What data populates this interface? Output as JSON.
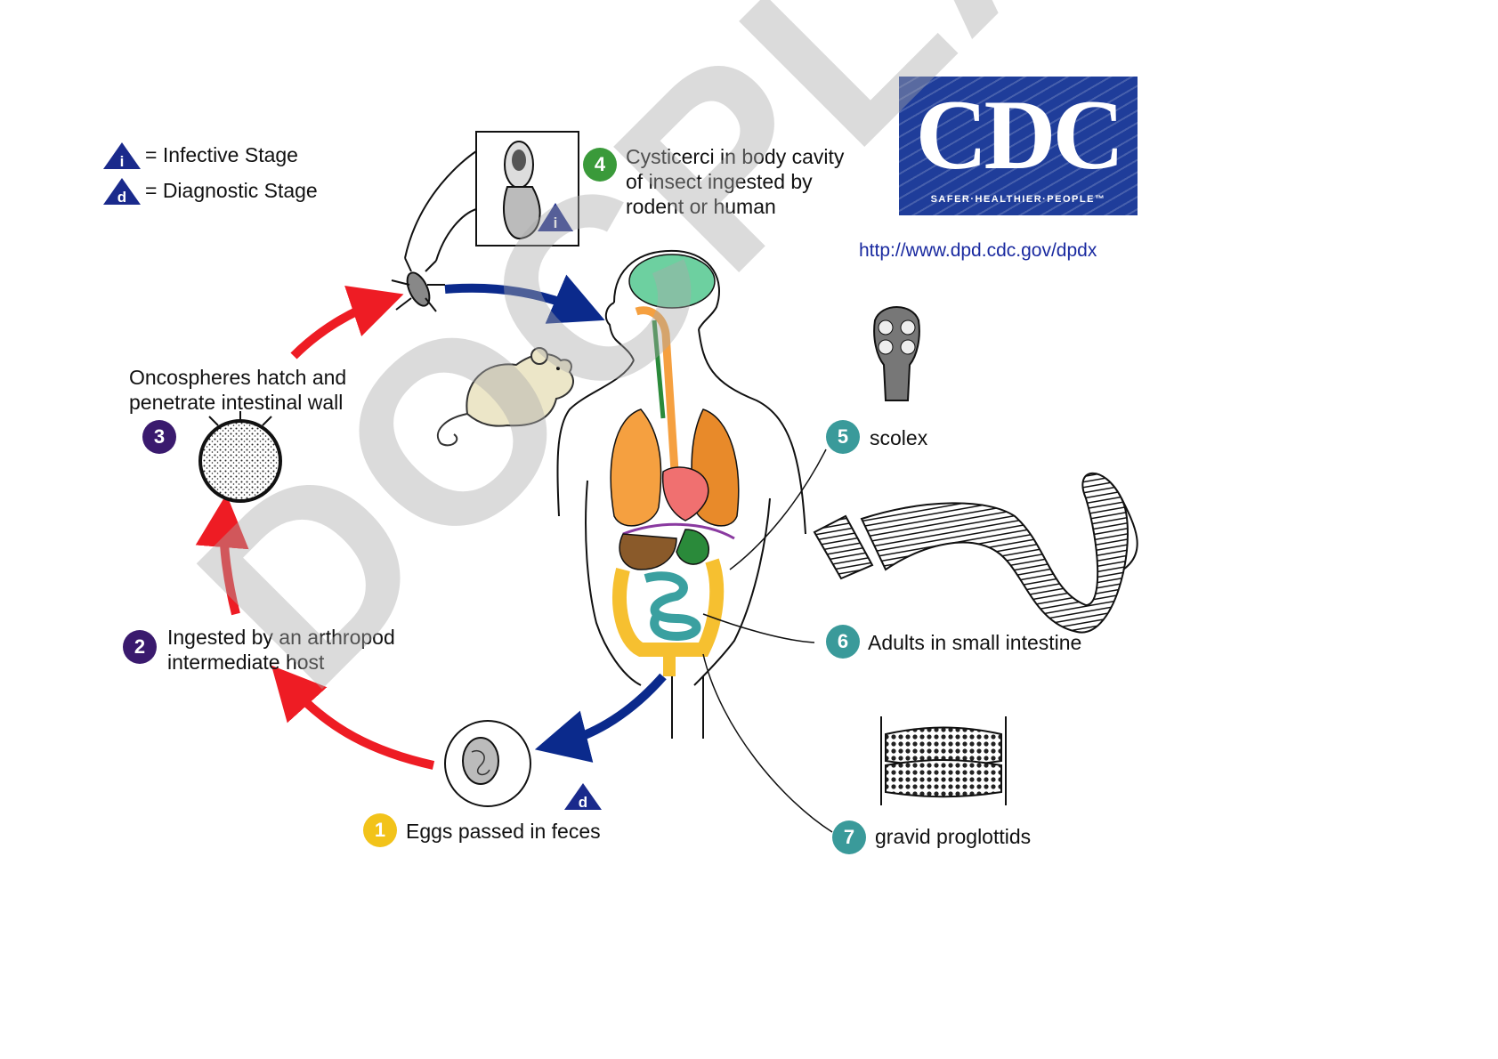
{
  "legend": {
    "infective_symbol": "i",
    "infective_label": "= Infective Stage",
    "diagnostic_symbol": "d",
    "diagnostic_label": "= Diagnostic Stage"
  },
  "logo": {
    "text": "CDC",
    "tagline": "SAFER·HEALTHIER·PEOPLE™",
    "url": "http://www.dpd.cdc.gov/dpdx"
  },
  "stages": [
    {
      "number": "1",
      "text": "Eggs passed in feces",
      "color": "#f2c31a"
    },
    {
      "number": "2",
      "line1": "Ingested by an arthropod",
      "line2": "intermediate host",
      "color": "#3a1a6e"
    },
    {
      "number": "3",
      "line1": "Oncospheres hatch and",
      "line2": "penetrate intestinal wall",
      "color": "#3a1a6e"
    },
    {
      "number": "4",
      "line1": "Cysticerci in body cavity",
      "line2": "of insect ingested by",
      "line3": "rodent or human",
      "color": "#3a9a3a"
    },
    {
      "number": "5",
      "text": "scolex",
      "color": "#3a9a9a"
    },
    {
      "number": "6",
      "text": "Adults in small intestine",
      "color": "#3a9a9a"
    },
    {
      "number": "7",
      "text": "gravid proglottids",
      "color": "#3a9a9a"
    }
  ],
  "watermark": "DOCPLAYER.NET",
  "colors": {
    "red_arrow": "#ee1c24",
    "blue_arrow": "#0b2a8c",
    "cdc_blue": "#1f3d9a",
    "brain": "#6dd0a0",
    "lungs": "#f5a040",
    "heart": "#f07070",
    "liver": "#8a5a2a",
    "intestine_large": "#f6c030",
    "intestine_small": "#3aa0a0"
  }
}
